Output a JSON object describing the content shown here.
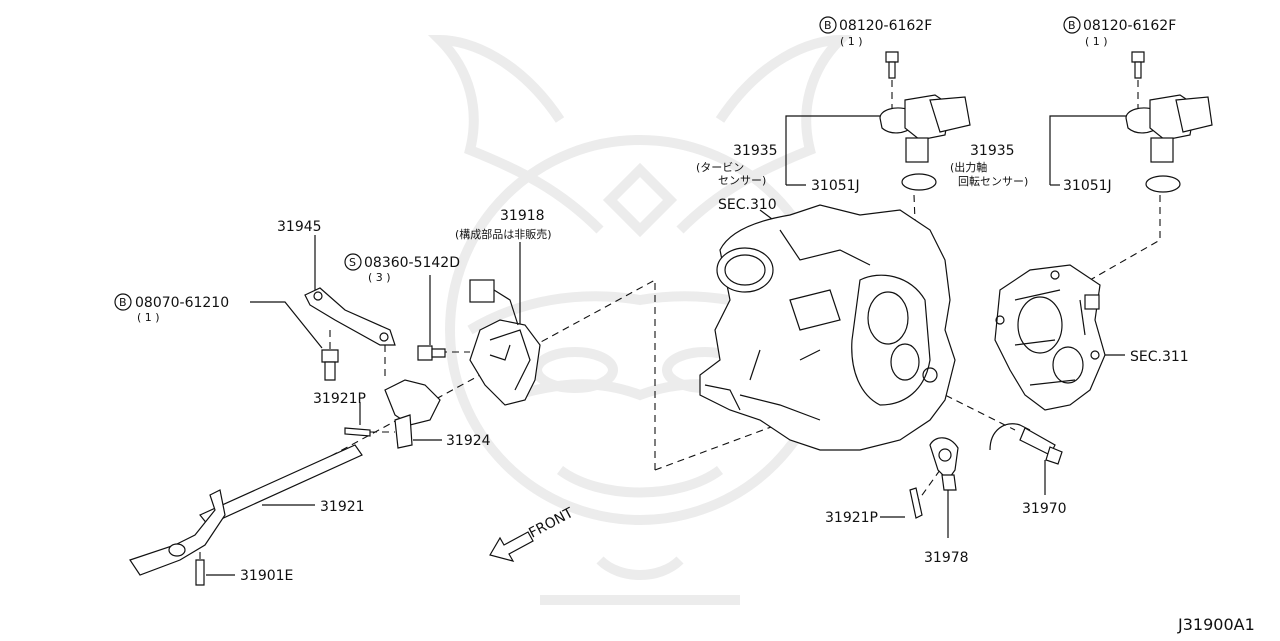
{
  "diagram_code": "J31900A1",
  "labels": {
    "sensor1_bolt_code": "08120-6162F",
    "sensor1_bolt_qty": "( 1 )",
    "sensor2_bolt_code": "08120-6162F",
    "sensor2_bolt_qty": "( 1 )",
    "sensor1_part": "31935",
    "sensor1_note_l1": "(タービン",
    "sensor1_note_l2": "センサー)",
    "sensor2_part": "31935",
    "sensor2_note_l1": "(出力軸",
    "sensor2_note_l2": "回転センサー)",
    "oring1": "31051J",
    "oring2": "31051J",
    "sec310": "SEC.310",
    "sec311": "SEC.311",
    "part_31945": "31945",
    "part_31918": "31918",
    "part_31918_note": "(構成部品は非販売)",
    "screw_code": "08360-5142D",
    "screw_qty": "( 3 )",
    "bolt_code": "08070-61210",
    "bolt_qty": "( 1 )",
    "part_31921p_a": "31921P",
    "part_31924": "31924",
    "part_31921": "31921",
    "part_31901e": "31901E",
    "part_31921p_b": "31921P",
    "part_31978": "31978",
    "part_31970": "31970",
    "front": "FRONT"
  },
  "symbols": {
    "b_marker": "B",
    "s_marker": "S"
  }
}
